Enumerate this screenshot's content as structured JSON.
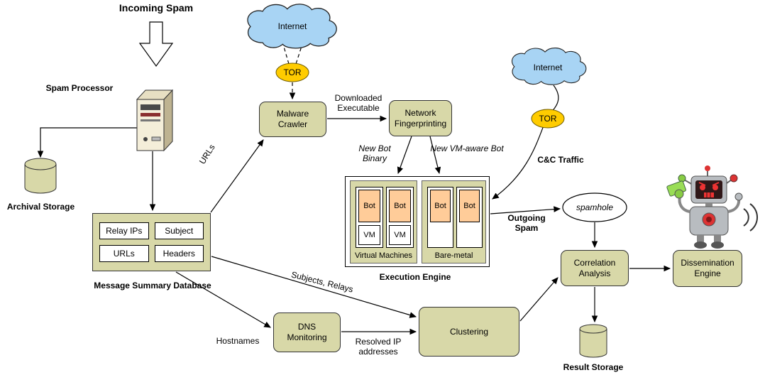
{
  "colors": {
    "box": "#d8d8a8",
    "cloud": "#a8d4f4",
    "tor": "#ffcc00",
    "bot": "#ffcc99"
  },
  "nodes": {
    "incoming_spam": "Incoming Spam",
    "spam_processor": "Spam Processor",
    "archival_storage": "Archival Storage",
    "message_summary_database": "Message Summary Database",
    "db_fields": {
      "relay_ips": "Relay IPs",
      "subject": "Subject",
      "urls": "URLs",
      "headers": "Headers"
    },
    "internet_top": "Internet",
    "tor_top": "TOR",
    "malware_crawler": "Malware Crawler",
    "network_fingerprinting": "Network Fingerprinting",
    "execution_engine": "Execution Engine",
    "virtual_machines": "Virtual Machines",
    "bare_metal": "Bare-metal",
    "bot": "Bot",
    "vm": "VM",
    "internet_right": "Internet",
    "tor_right": "TOR",
    "spamhole": "spamhole",
    "correlation_analysis": "Correlation Analysis",
    "dissemination_engine": "Dissemination Engine",
    "result_storage": "Result Storage",
    "dns_monitoring": "DNS Monitoring",
    "clustering": "Clustering"
  },
  "edge_labels": {
    "urls": "URLs",
    "downloaded_executable": "Downloaded Executable",
    "new_bot_binary": "New Bot Binary",
    "new_vm_aware_bot": "New VM-aware Bot",
    "cc_traffic": "C&C Traffic",
    "outgoing_spam": "Outgoing Spam",
    "subjects_relays": "Subjects, Relays",
    "hostnames": "Hostnames",
    "resolved_ip_addresses": "Resolved IP addresses"
  }
}
